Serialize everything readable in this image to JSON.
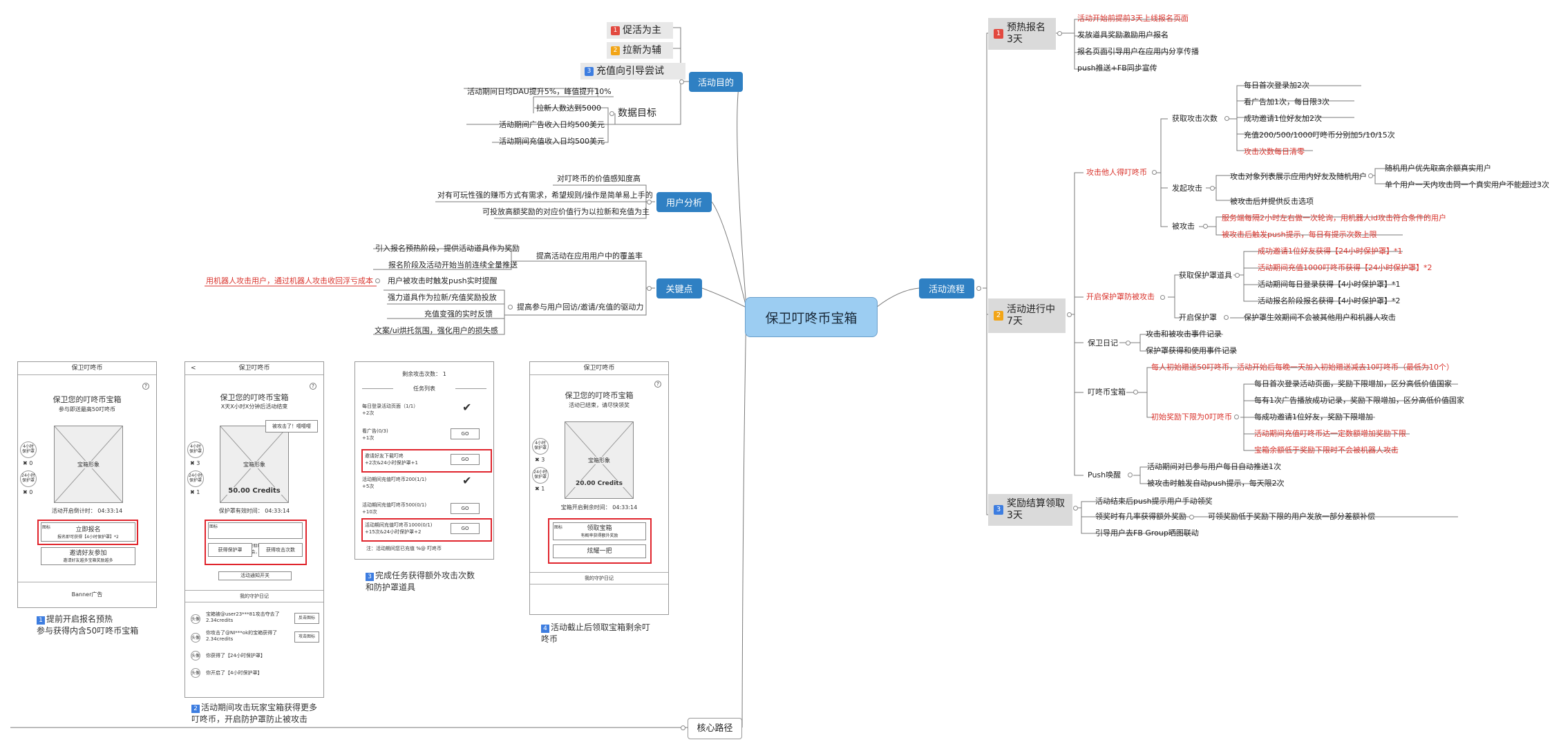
{
  "center": "保卫叮咚币宝箱",
  "nodes": {
    "goal": "活动目的",
    "user": "用户分析",
    "key": "关键点",
    "path": "核心路径",
    "flow": "活动流程"
  },
  "goal": {
    "g1": "促活为主",
    "g2": "拉新为辅",
    "g3": "充值向引导尝试",
    "data_label": "数据目标",
    "d1": "活动期间日均DAU提升5%，峰值提升10%",
    "d2": "拉新人数达到5000",
    "d3": "活动期间广告收入日均500美元",
    "d4": "活动期间充值收入日均500美元"
  },
  "user": {
    "u1": "对叮咚币的价值感知度高",
    "u2": "对有可玩性强的赚币方式有需求，希望规则/操作是简单易上手的",
    "u3": "可投放高额奖励的对应价值行为以拉新和充值为主"
  },
  "key": {
    "k1": "提高活动在应用用户中的覆盖率",
    "k1a": "引入报名预热阶段，提供活动道具作为奖励",
    "k1b": "报名阶段及活动开始当前连续全量推送",
    "k2": "提高参与用户回访/邀请/充值的驱动力",
    "k2a": "用户被攻击时触发push实时提醒",
    "k2a_note": "用机器人攻击用户，通过机器人攻击收回浮亏成本",
    "k2b": "强力道具作为拉新/充值奖励投放",
    "k2c": "充值变强的实时反馈",
    "k2d": "文案/ui烘托氛围，强化用户的损失感"
  },
  "flow": {
    "s1": "预热报名\n3天",
    "s1a": "活动开始前提前3天上线报名页面",
    "s1b": "发放道具奖励激励用户报名",
    "s1c": "报名页面引导用户在应用内分享传播",
    "s1d": "push推送+FB同步宣传",
    "s2": "活动进行中\n7天",
    "attack": "攻击他人得叮咚币",
    "get_attack": "获取攻击次数",
    "ga1": "每日首次登录加2次",
    "ga2": "看广告加1次，每日限3次",
    "ga3": "成功邀请1位好友加2次",
    "ga4": "充值200/500/1000叮咚币分别加5/10/15次",
    "ga5": "攻击次数每日清零",
    "launch": "发起攻击",
    "la1": "攻击对象列表展示应用内好友及随机用户",
    "la1a": "随机用户优先取高余额真实用户",
    "la1b": "单个用户一天内攻击同一个真实用户不能超过3次",
    "la2": "被攻击后并提供反击选项",
    "attacked": "被攻击",
    "at1": "服务端每隔2小时左右做一次轮询，用机器人id攻击符合条件的用户",
    "at2": "被攻击后触发push提示，每日有提示次数上限",
    "shield": "开启保护罩防被攻击",
    "get_shield": "获取保护罩道具",
    "gs1": "成功邀请1位好友获得【24小时保护罩】*1",
    "gs2": "活动期间充值1000叮咚币获得【24小时保护罩】*2",
    "gs3": "活动期间每日登录获得【4小时保护罩】*1",
    "gs4": "活动报名阶段报名获得【4小时保护罩】*2",
    "open_shield": "开启保护罩",
    "os1": "保护罩生效期间不会被其他用户和机器人攻击",
    "diary": "保卫日记",
    "dy1": "攻击和被攻击事件记录",
    "dy2": "保护罩获得和使用事件记录",
    "chest": "叮咚币宝箱",
    "ch1": "每人初始赠送50叮咚币，活动开始后每晚一天加入初始赠送减去10叮咚币（最低为10个）",
    "ch2": "初始奖励下限为0叮咚币",
    "ch2a": "每日首次登录活动页面，奖励下限增加，区分高低价值国家",
    "ch2b": "每有1次广告播放成功记录，奖励下限增加，区分高低价值国家",
    "ch2c": "每成功邀请1位好友，奖励下限增加",
    "ch2d": "活动期间充值叮咚币达一定数额增加奖励下限",
    "ch2e": "宝箱余额低于奖励下限时不会被机器人攻击",
    "push": "Push唤醒",
    "pu1": "活动期间对已参与用户每日自动推送1次",
    "pu2": "被攻击时触发自动push提示，每天限2次",
    "s3": "奖励结算领取\n3天",
    "s3a": "活动结束后push提示用户手动领奖",
    "s3b": "领奖时有几率获得额外奖励",
    "s3b1": "可领奖励低于奖励下限的用户发放一部分差额补偿",
    "s3c": "引导用户去FB Group晒图联动"
  },
  "mock1": {
    "header": "保卫叮咚币",
    "title": "保卫您的叮咚币宝箱",
    "sub": "参与即送最高50叮咚币",
    "chest": "宝箱形象",
    "c1": "4小时\n保护罩",
    "c1v": "✖ 0",
    "c2": "24小时\n保护罩",
    "c2v": "✖ 0",
    "time": "活动开启倒计时：  04:33:14",
    "btn1_icon": "图标",
    "btn1": "立即报名",
    "btn1s": "报名即可获得【4小时保护罩】*2",
    "btn2": "邀请好友参加",
    "btn2s": "邀请好友越多宝箱奖励越多",
    "banner": "Banner广告",
    "caption": "提前开启报名预热\n参与获得内含50叮咚币宝箱"
  },
  "mock2": {
    "back": "<",
    "header": "保卫叮咚币",
    "title": "保卫您的叮咚币宝箱",
    "sub": "X天X小时X分钟后活动结束",
    "bubble": "被攻击了！嘤嘤嘤",
    "chest": "宝箱形象",
    "credits": "50.00 Credits",
    "c1": "4小时\n保护罩",
    "c1v": "✖ 3",
    "c2": "24小时\n保护罩",
    "c2v": "✖ 1",
    "shield_time": "保护罩有效时间：  04:33:14",
    "box_icon": "图标",
    "box_text": "点击获取叮咚币\n剩余3次机会，7次后清零",
    "b1": "获得保护罩",
    "b2": "获得攻击次数",
    "notice": "活动通知开关",
    "log_title": "我的守护日记",
    "l1": "宝箱被@user23***81攻击夺去了\n2.34credits",
    "l1b": "反击图标",
    "l2": "你攻击了@NI***ok的宝箱获得了\n2.34credits",
    "l2b": "攻击图标",
    "l3": "你获得了【24小时保护罩】",
    "l4": "你开启了【4小时保护罩】",
    "head": "头像",
    "caption": "活动期间攻击玩家宝箱获得更多\n叮咚币，开启防护罩防止被攻击"
  },
  "mock3": {
    "header": "剩余攻击次数：  1",
    "list": "任务列表",
    "t1": "每日登录活动页面（1/1）\n+2次",
    "t2": "看广告(0/3)\n+1次",
    "t3": "邀请好友下载叮咚\n+2次&24小时保护罩+1",
    "t4": "活动期间充值叮咚币200(1/1)\n+5次",
    "t5": "活动期间充值叮咚币500(0/1)\n+10次",
    "t6": "活动期间充值叮咚币1000(0/1)\n+15次&24小时保护罩+2",
    "go": "GO",
    "check": "✔",
    "note": "注：活动期间您已充值 %@ 叮咚币",
    "caption": "完成任务获得额外攻击次数\n和防护罩道具"
  },
  "mock4": {
    "header": "保卫叮咚币",
    "title": "保卫您的叮咚币宝箱",
    "sub": "活动已结束，请尽快领奖",
    "chest": "宝箱形象",
    "credits": "20.00 Credits",
    "c1": "4小时\n保护罩",
    "c1v": "✖ 3",
    "c2": "24小时\n保护罩",
    "c2v": "✖ 1",
    "time": "宝箱开启剩余时间：  04:33:14",
    "btn_icon": "图标",
    "btn1": "领取宝箱",
    "btn1s": "有概率获得额外奖励",
    "btn2": "炫耀一把",
    "log_title": "我的守护日记",
    "caption": "活动截止后领取宝箱剩余叮\n咚币"
  },
  "nums": {
    "n1": "1",
    "n2": "2",
    "n3": "3",
    "n4": "4",
    "q": "?"
  }
}
